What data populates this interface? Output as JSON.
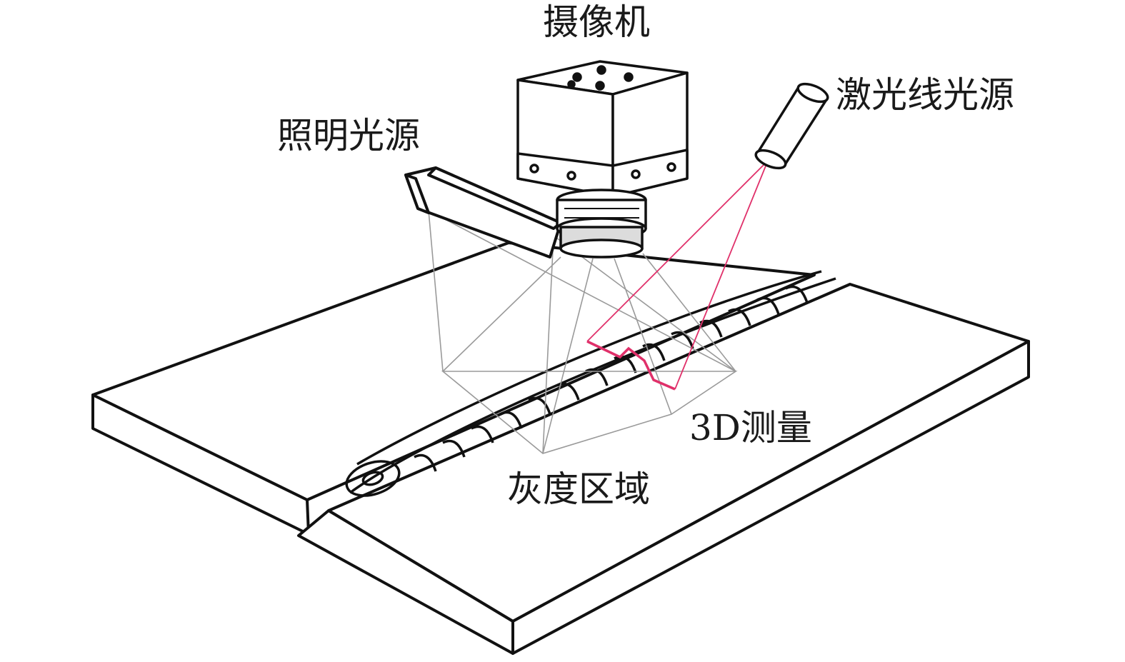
{
  "labels": {
    "camera": "摄像机",
    "laser_source": "激光线光源",
    "lighting_source": "照明光源",
    "measure_3d": "3D测量",
    "gray_region": "灰度区域"
  },
  "colors": {
    "stroke": "#111111",
    "ray": "#9a9a9a",
    "laser": "#e0306a",
    "background": "#ffffff"
  },
  "icons": [
    "camera-icon",
    "laser-emitter-icon",
    "light-bar-icon",
    "weld-plate-icon"
  ]
}
